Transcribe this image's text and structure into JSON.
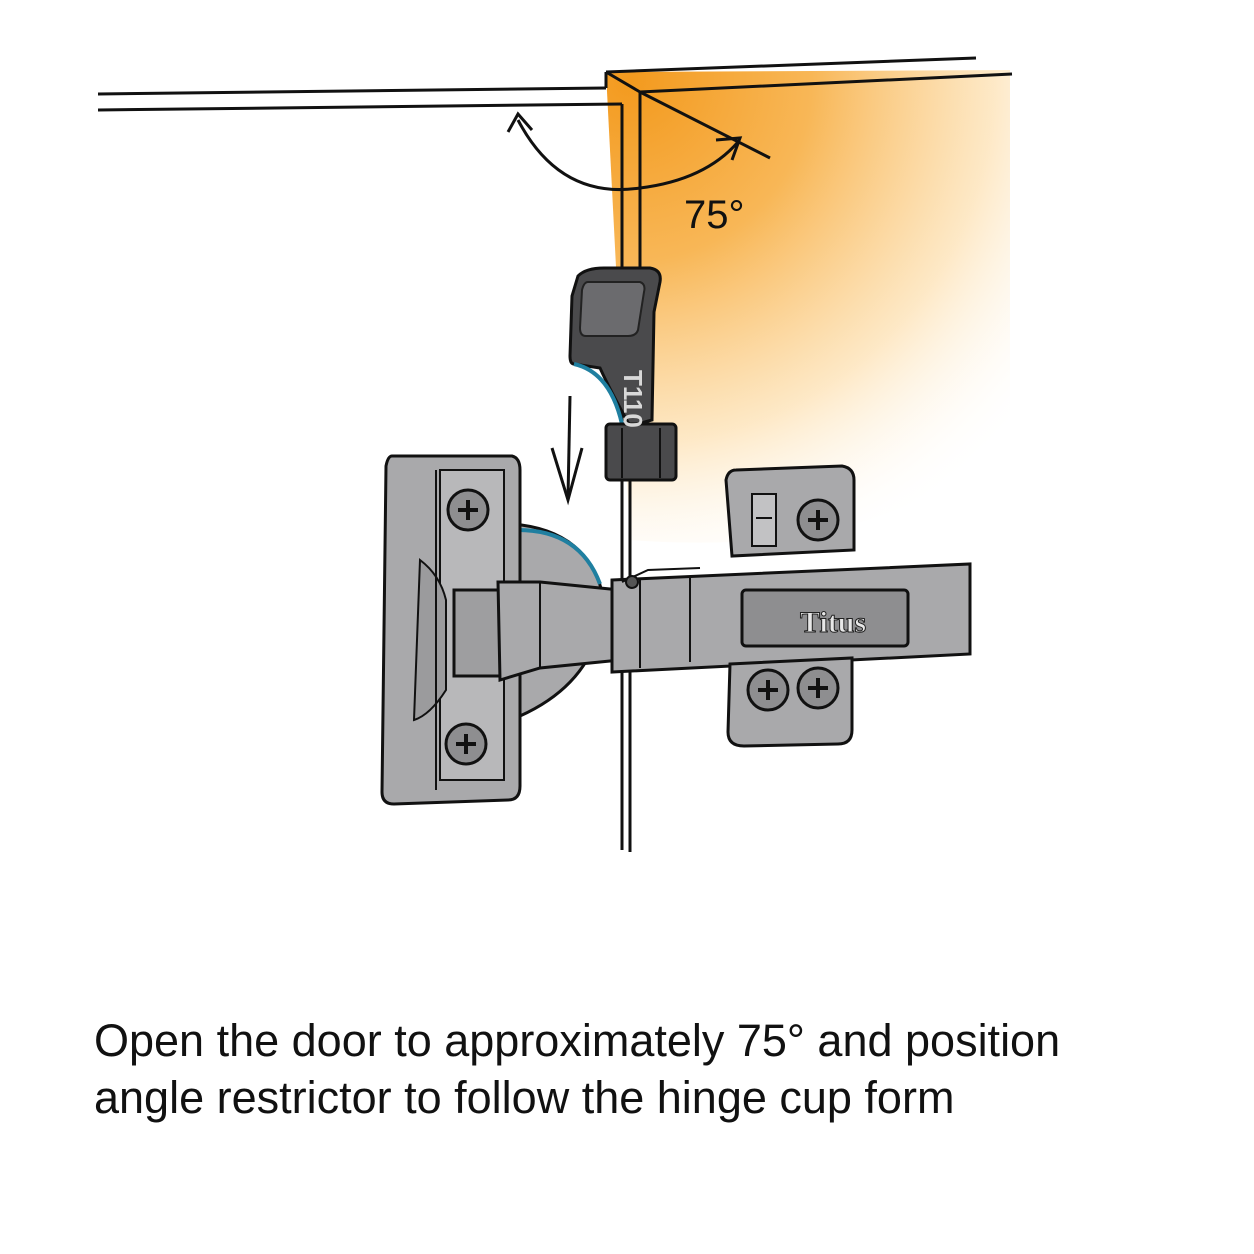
{
  "diagram": {
    "angle_label": "75°",
    "restrictor_mark": "T110",
    "brand_label": "Titus"
  },
  "caption": {
    "line1": "Open the door to approximately 75° and position",
    "line2": "angle restrictor to follow the hinge cup form"
  },
  "colors": {
    "cabinet_glow": "#f7a93a",
    "highlight_arc": "#1f7fa0",
    "hinge_metal": "#a9a9ab",
    "restrictor_dark": "#4a4a4c",
    "outline": "#111111"
  }
}
